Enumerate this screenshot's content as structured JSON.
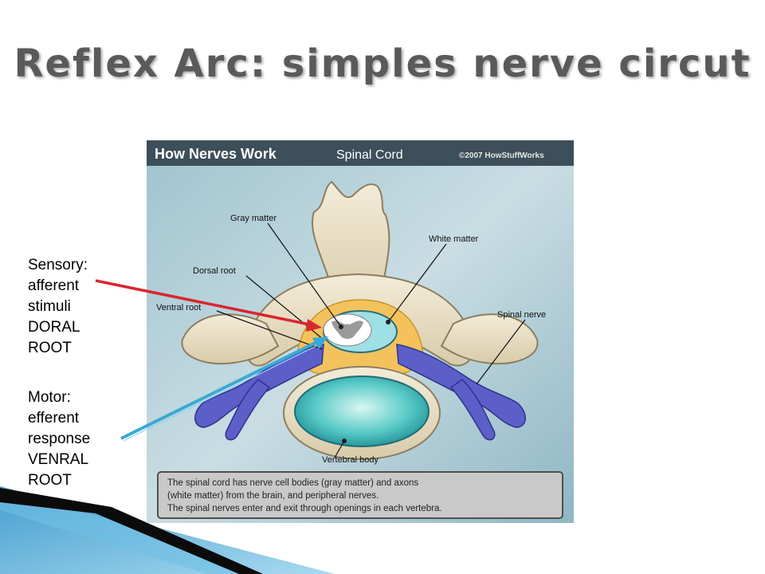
{
  "slide": {
    "title": "Reflex Arc: simples nerve circut"
  },
  "annotations": {
    "sensory": [
      "Sensory:",
      "afferent",
      "stimuli",
      "DORAL",
      "ROOT"
    ],
    "motor": [
      "Motor:",
      "efferent",
      "response",
      "VENRAL",
      "ROOT"
    ]
  },
  "figure": {
    "header_left": "How Nerves Work",
    "header_mid": "Spinal Cord",
    "header_right": "©2007 HowStuffWorks",
    "labels": {
      "gray_matter": "Gray matter",
      "white_matter": "White matter",
      "dorsal_root": "Dorsal root",
      "ventral_root": "Ventral root",
      "spinal_nerve": "Spinal nerve",
      "vertebral_body": "Vertebral body"
    },
    "caption": [
      "The spinal cord has nerve cell bodies (gray matter) and axons",
      "(white matter) from the brain, and peripheral nerves.",
      "The spinal nerves enter and exit through openings in each vertebra."
    ]
  },
  "colors": {
    "sensory_arrow": "#d8262e",
    "motor_arrow": "#3aa9d6",
    "title": "#5a5a5a"
  }
}
